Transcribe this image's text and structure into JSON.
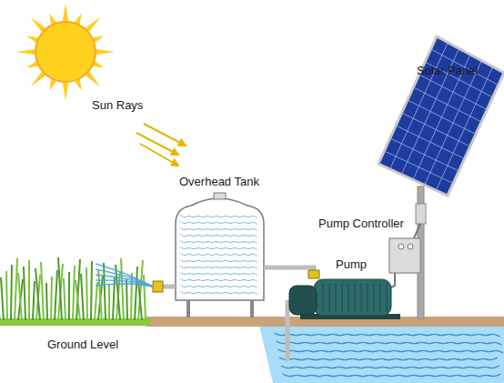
{
  "diagram": {
    "labels": [
      "Solar Panel",
      "Sun Rays",
      "Overhead Tank",
      "Pump Controller",
      "Pump",
      "Ground Level"
    ]
  }
}
